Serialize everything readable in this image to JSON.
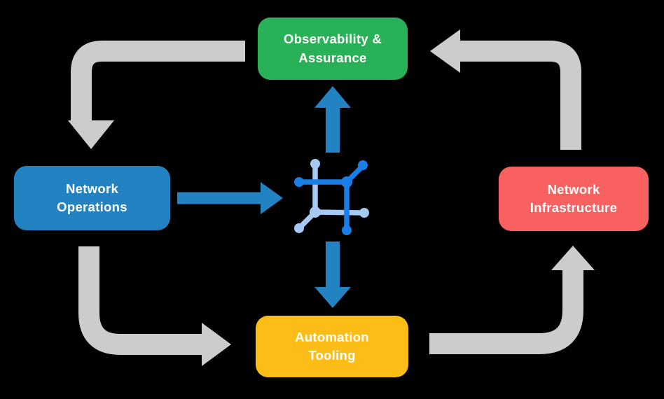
{
  "nodes": {
    "observability": {
      "line1": "Observability &",
      "line2": "Assurance",
      "color": "#28b157"
    },
    "operations": {
      "line1": "Network",
      "line2": "Operations",
      "color": "#2382c1"
    },
    "infrastructure": {
      "line1": "Network",
      "line2": "Infrastructure",
      "color": "#f96161"
    },
    "automation": {
      "line1": "Automation",
      "line2": "Tooling",
      "color": "#fcbd17"
    }
  },
  "colors": {
    "background": "#000000",
    "cycle_arrow": "#cccccc",
    "flow_arrow": "#2382c1",
    "icon_primary": "#1a7ee7",
    "icon_secondary": "#a6c9f4",
    "node_text": "#ffffff"
  },
  "icons": {
    "center": "network-fabric-icon"
  },
  "flows": {
    "cycle": [
      {
        "from": "observability",
        "to": "operations"
      },
      {
        "from": "operations",
        "to": "automation"
      },
      {
        "from": "automation",
        "to": "infrastructure"
      },
      {
        "from": "infrastructure",
        "to": "observability"
      }
    ],
    "data": [
      {
        "from": "operations",
        "to": "center-icon"
      },
      {
        "from": "center-icon",
        "to": "observability"
      },
      {
        "from": "center-icon",
        "to": "automation"
      }
    ]
  }
}
